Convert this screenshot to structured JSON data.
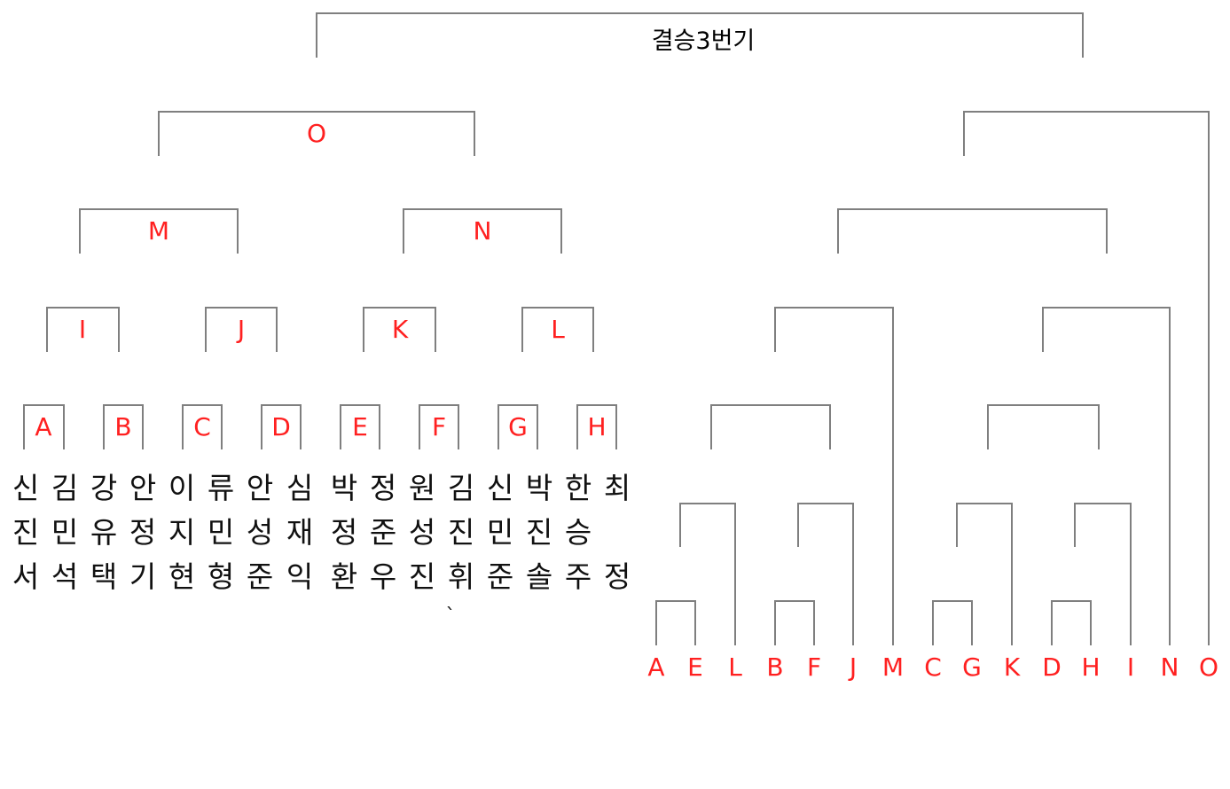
{
  "colors": {
    "line": "#7f7f7f",
    "label": "#ff2020",
    "text": "#111111"
  },
  "left_tree": {
    "final_label": "결승3번기",
    "semi": [
      "O"
    ],
    "quarter": [
      "M",
      "N"
    ],
    "round16": [
      "I",
      "J",
      "K",
      "L"
    ],
    "leaves": [
      "A",
      "B",
      "C",
      "D",
      "E",
      "F",
      "G",
      "H"
    ]
  },
  "names": [
    {
      "id": "A",
      "chars": [
        "신",
        "진",
        "서"
      ]
    },
    {
      "id": "A2",
      "chars": [
        "김",
        "민",
        "석"
      ]
    },
    {
      "id": "B",
      "chars": [
        "강",
        "유",
        "택"
      ]
    },
    {
      "id": "B2",
      "chars": [
        "안",
        "정",
        "기"
      ]
    },
    {
      "id": "C",
      "chars": [
        "이",
        "지",
        "현"
      ]
    },
    {
      "id": "C2",
      "chars": [
        "류",
        "민",
        "형"
      ]
    },
    {
      "id": "D",
      "chars": [
        "안",
        "성",
        "준"
      ]
    },
    {
      "id": "D2",
      "chars": [
        "심",
        "재",
        "익"
      ]
    },
    {
      "id": "E",
      "chars": [
        "박",
        "정",
        "환"
      ]
    },
    {
      "id": "E2",
      "chars": [
        "정",
        "준",
        "우"
      ]
    },
    {
      "id": "F",
      "chars": [
        "원",
        "성",
        "진"
      ]
    },
    {
      "id": "F2",
      "chars": [
        "김",
        "진",
        "휘"
      ]
    },
    {
      "id": "G",
      "chars": [
        "신",
        "민",
        "준"
      ]
    },
    {
      "id": "G2",
      "chars": [
        "박",
        "진",
        "솔"
      ]
    },
    {
      "id": "H",
      "chars": [
        "한",
        "승",
        "주"
      ]
    },
    {
      "id": "H2",
      "chars": [
        "최",
        "",
        "정"
      ]
    }
  ],
  "stray_mark": "`",
  "right_tree": {
    "leaves": [
      "A",
      "E",
      "L",
      "B",
      "F",
      "J",
      "M",
      "C",
      "G",
      "K",
      "D",
      "H",
      "I",
      "N",
      "O"
    ]
  }
}
